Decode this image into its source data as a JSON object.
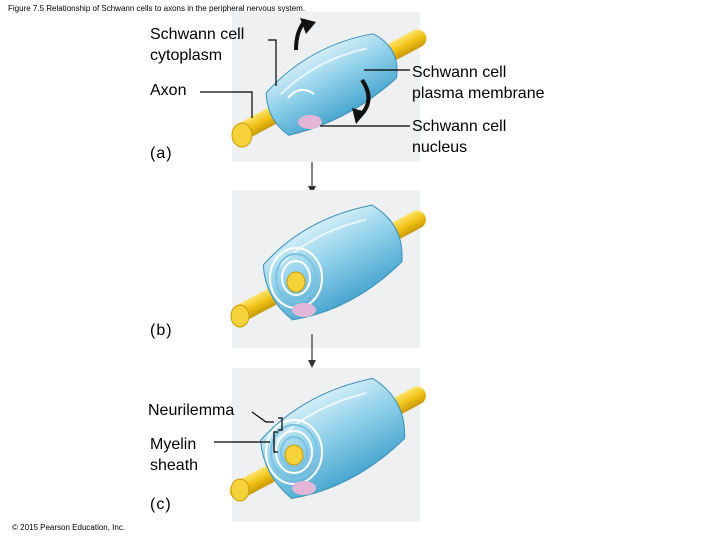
{
  "caption": "Figure 7.5 Relationship of Schwann cells to axons in the peripheral nervous system.",
  "copyright": "© 2015 Pearson Education, Inc.",
  "labels": {
    "schwann_cytoplasm": "Schwann cell\ncytoplasm",
    "axon": "Axon",
    "plasma_membrane": "Schwann cell\nplasma membrane",
    "nucleus": "Schwann cell\nnucleus",
    "neurilemma": "Neurilemma",
    "myelin_sheath": "Myelin\nsheath"
  },
  "panels": {
    "a": "(a)",
    "b": "(b)",
    "c": "(c)"
  },
  "colors": {
    "axon": "#f2c318",
    "schwann": "#8fd0ea",
    "schwann_dark": "#4aa6cf",
    "nucleus": "#e3b6d8",
    "backdrop": "#eef0f2"
  }
}
